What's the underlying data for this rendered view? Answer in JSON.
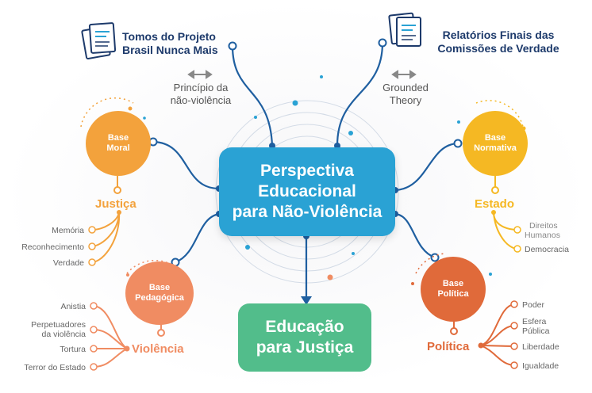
{
  "sources": {
    "left_title_line1": "Tomos do Projeto",
    "left_title_line2": "Brasil Nunca Mais",
    "right_title_line1": "Relatórios Finais das",
    "right_title_line2": "Comissões de Verdade"
  },
  "methods": {
    "left_line1": "Princípio da",
    "left_line2": "não-violência",
    "right_line1": "Grounded",
    "right_line2": "Theory"
  },
  "center": {
    "line1": "Perspectiva",
    "line2": "Educacional",
    "line3": "para Não-Violência"
  },
  "result": {
    "line1": "Educação",
    "line2": "para Justiça"
  },
  "bases": {
    "moral": {
      "line1": "Base",
      "line2": "Moral",
      "category": "Justiça",
      "color": "#f3a23c",
      "items": [
        "Memória",
        "Reconhecimento",
        "Verdade"
      ]
    },
    "normativa": {
      "line1": "Base",
      "line2": "Normativa",
      "category": "Estado",
      "color": "#f5b823",
      "items": [
        "Direitos",
        "Humanos",
        "Democracia"
      ]
    },
    "pedagogica": {
      "line1": "Base",
      "line2": "Pedagógica",
      "category": "Violência",
      "color": "#f08c62",
      "items": [
        "Anistia",
        "Perpetuadores",
        "da violência",
        "Tortura",
        "Terror do Estado"
      ]
    },
    "politica": {
      "line1": "Base",
      "line2": "Política",
      "category": "Política",
      "color": "#e06a3a",
      "items": [
        "Poder",
        "Esfera",
        "Pública",
        "Liberdade",
        "Igualdade"
      ]
    }
  },
  "colors": {
    "center": "#2aa2d4",
    "result": "#52bd8b",
    "connector": "#1f5fa0"
  }
}
